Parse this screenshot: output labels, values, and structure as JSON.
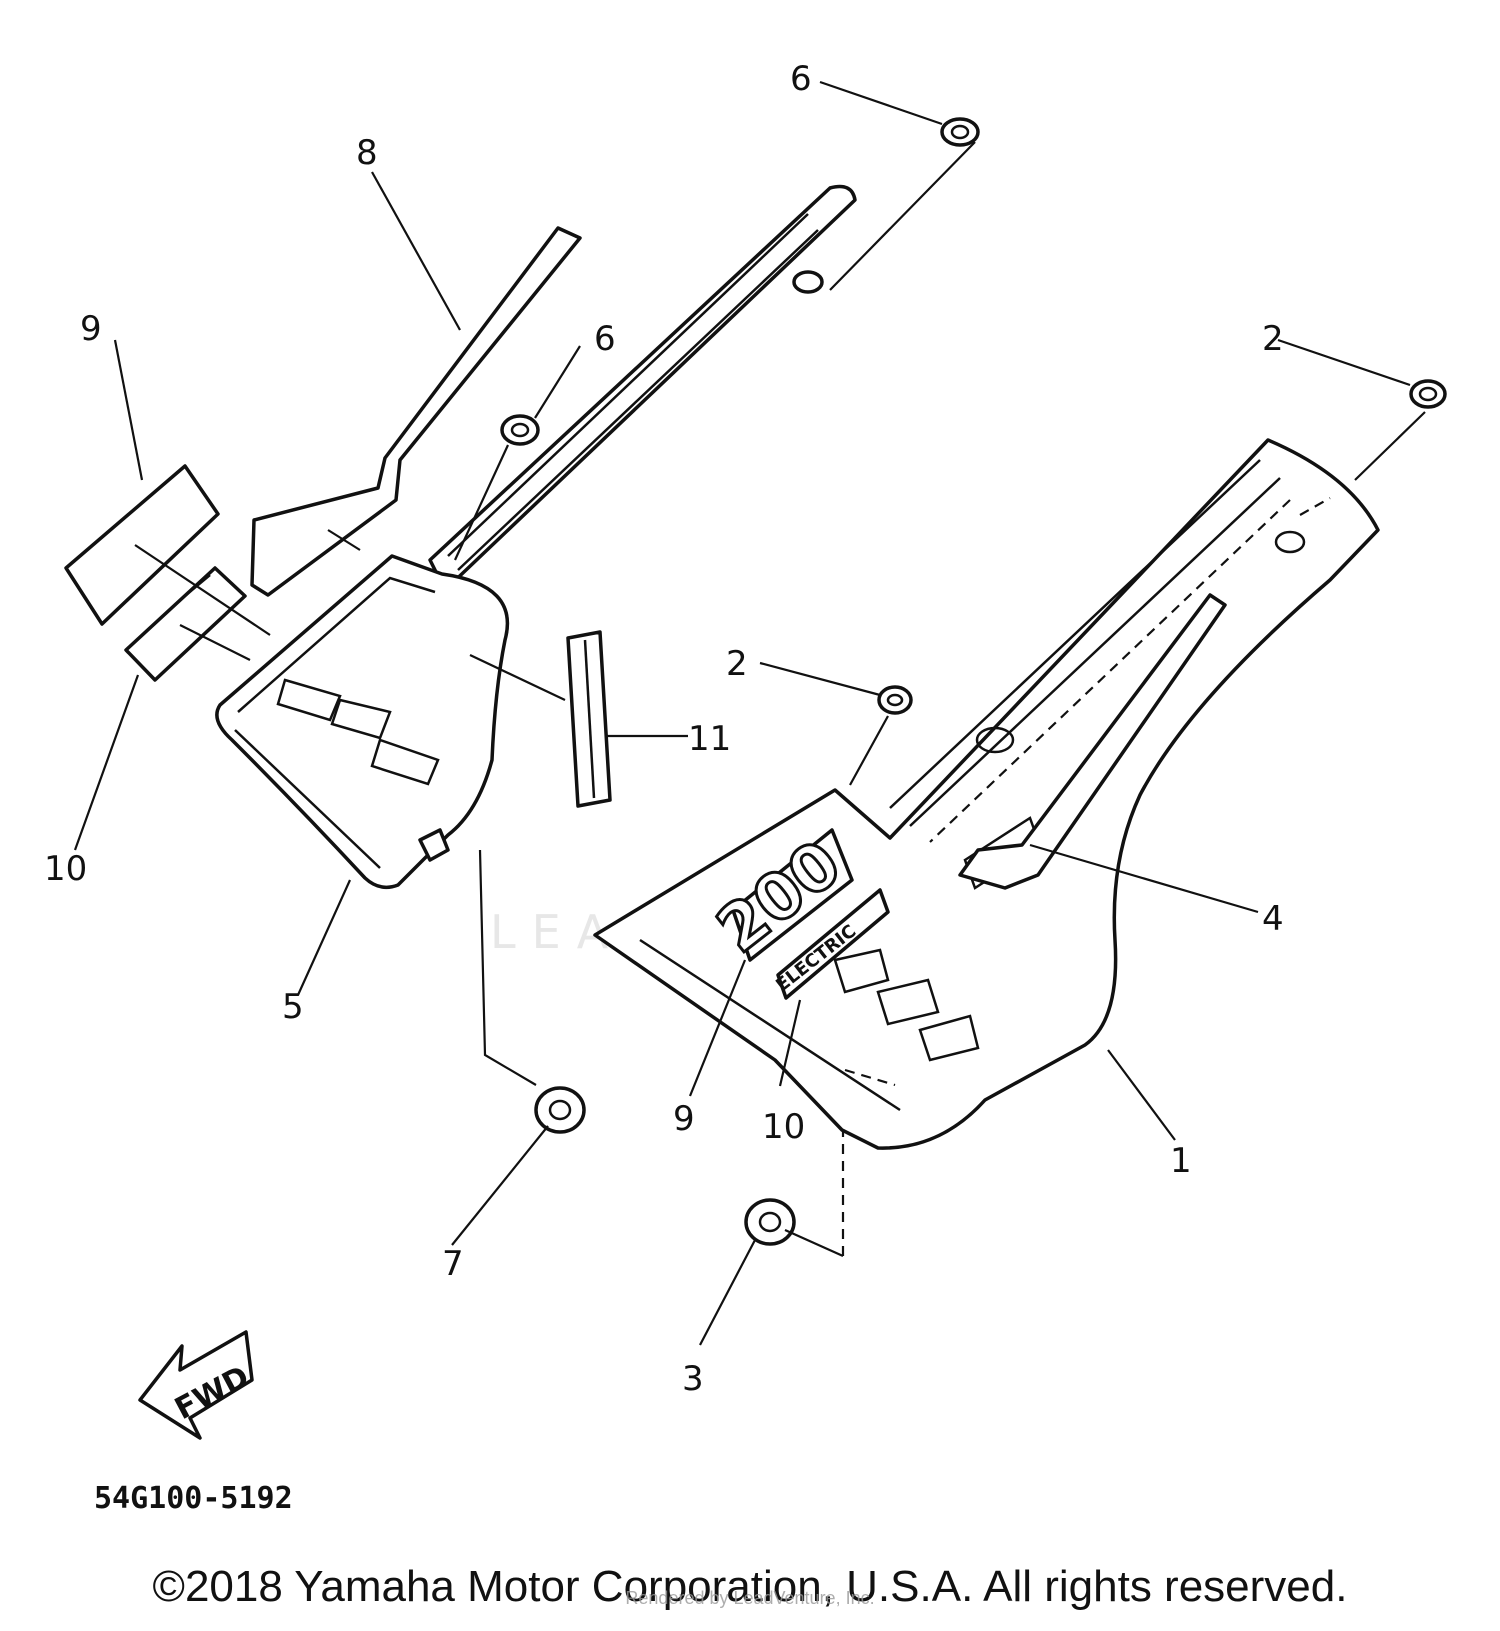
{
  "diagram": {
    "callouts": [
      "1",
      "2",
      "2",
      "3",
      "4",
      "5",
      "6",
      "6",
      "7",
      "8",
      "9",
      "9",
      "10",
      "10",
      "11"
    ],
    "decal_big_text": "200",
    "decal_small_text": "ELECTRIC",
    "fwd_label": "FWD",
    "part_code": "54G100-5192",
    "watermark": "LEADVENTURE"
  },
  "footer": {
    "copyright": "©2018 Yamaha Motor Corporation, U.S.A. All rights reserved.",
    "credit": "Rendered by LeadVenture, Inc."
  }
}
